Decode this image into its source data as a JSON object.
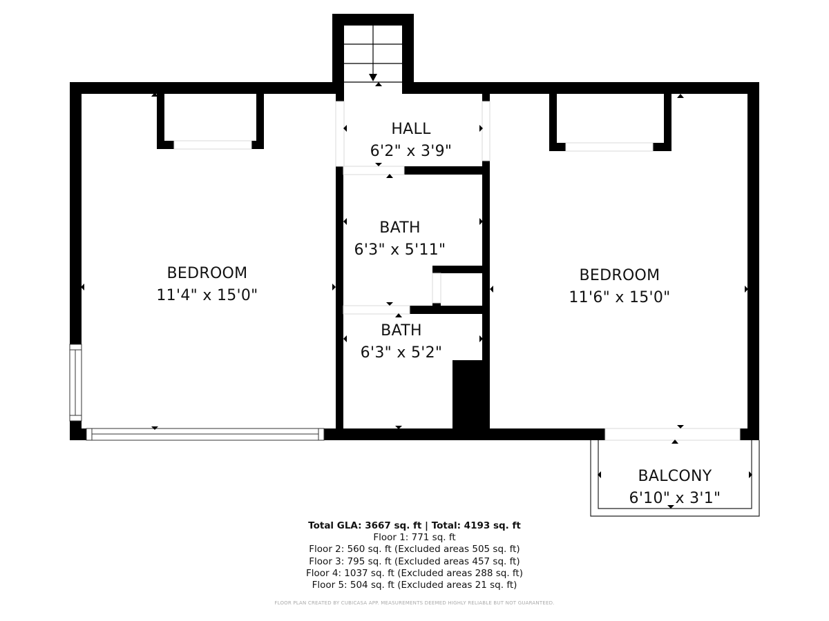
{
  "rooms": [
    {
      "id": "bedroom-left",
      "name": "BEDROOM",
      "dims": "11'4\" x 15'0\""
    },
    {
      "id": "hall",
      "name": "HALL",
      "dims": "6'2\" x 3'9\""
    },
    {
      "id": "bath-upper",
      "name": "BATH",
      "dims": "6'3\" x 5'11\""
    },
    {
      "id": "bath-lower",
      "name": "BATH",
      "dims": "6'3\" x 5'2\""
    },
    {
      "id": "bedroom-right",
      "name": "BEDROOM",
      "dims": "11'6\" x 15'0\""
    },
    {
      "id": "balcony",
      "name": "BALCONY",
      "dims": "6'10\" x 3'1\""
    }
  ],
  "summary": {
    "total": "Total GLA: 3667 sq. ft | Total: 4193 sq. ft",
    "floors": [
      "Floor 1: 771 sq. ft",
      "Floor 2: 560 sq. ft (Excluded areas 505 sq. ft)",
      "Floor 3: 795 sq. ft (Excluded areas 457 sq. ft)",
      "Floor 4: 1037 sq. ft (Excluded areas 288 sq. ft)",
      "Floor 5: 504 sq. ft (Excluded areas 21 sq. ft)"
    ]
  },
  "footer": "FLOOR PLAN CREATED BY CUBICASA APP. MEASUREMENTS DEEMED HIGHLY RELIABLE BUT NOT GUARANTEED.",
  "colors": {
    "wall": "#000000",
    "background": "#ffffff",
    "opening": "#e6e6e6",
    "footer_text": "#aaaaaa"
  }
}
